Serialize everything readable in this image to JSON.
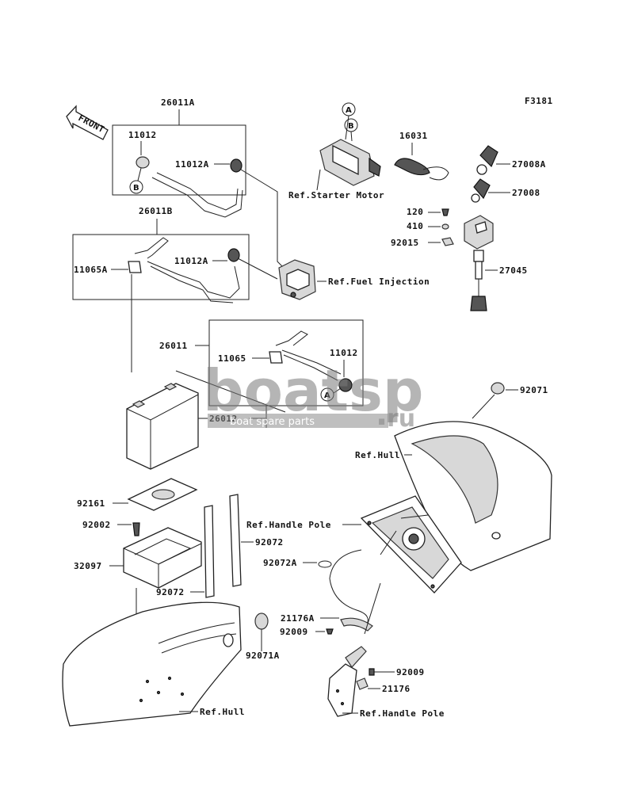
{
  "figure_code": "F3181",
  "front_label": "FRONT",
  "watermark": {
    "text": "boatsp",
    "dot_text": ".",
    "tld": "ru",
    "sub": "boat spare parts"
  },
  "markers": {
    "a": "A",
    "b": "B"
  },
  "labels": {
    "p26011A": "26011A",
    "p11012_top": "11012",
    "p11012A_top": "11012A",
    "p26011B": "26011B",
    "p11065A": "11065A",
    "p11012A_mid": "11012A",
    "p26011": "26011",
    "p11065": "11065",
    "p11012_mid": "11012",
    "p26012": "26012",
    "p16031": "16031",
    "p27008A": "27008A",
    "p27008": "27008",
    "p120": "120",
    "p410": "410",
    "p92015": "92015",
    "p27045": "27045",
    "p92071": "92071",
    "p92161": "92161",
    "p92002": "92002",
    "p32097": "32097",
    "p92072_right": "92072",
    "p92072_left": "92072",
    "p92072A": "92072A",
    "p21176A": "21176A",
    "p92009_left": "92009",
    "p92071A": "92071A",
    "p92009_right": "92009",
    "p21176": "21176",
    "ref_starter": "Ref.Starter Motor",
    "ref_fuel": "Ref.Fuel Injection",
    "ref_hull_right": "Ref.Hull",
    "ref_handle_top": "Ref.Handle Pole",
    "ref_hull_bottom": "Ref.Hull",
    "ref_handle_bottom": "Ref.Handle Pole"
  }
}
